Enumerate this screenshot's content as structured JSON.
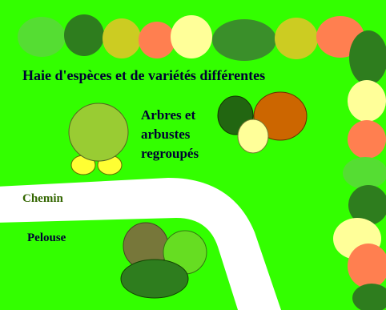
{
  "labels": {
    "hedge": "Haie d'espèces et de variétés différentes",
    "trees_line1": "Arbres et",
    "trees_line2": "arbustes",
    "trees_line3": "regroupés",
    "path": "Chemin",
    "lawn": "Pelouse"
  },
  "colors": {
    "lawn": "#33ff00",
    "path": "#ffffff",
    "dark_green": "#2e7d1e",
    "mid_green": "#3a8f2a",
    "olive_yellow": "#cccc22",
    "light_yellow": "#ffff99",
    "orange": "#ff7f50",
    "dark_orange": "#cc6600",
    "yellow": "#ffff33",
    "yellow_green": "#99cc33",
    "bright_green": "#66dd22",
    "olive_brown": "#77773a",
    "text_dark_blue": "#000033",
    "text_olive": "#336600"
  }
}
